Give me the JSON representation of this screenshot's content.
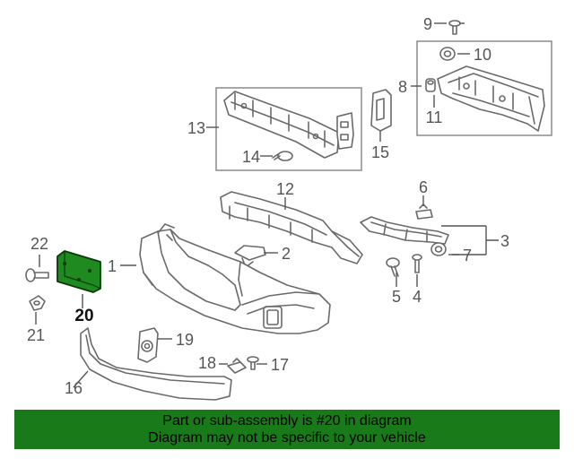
{
  "callouts": {
    "c1": "1",
    "c2": "2",
    "c3": "3",
    "c4": "4",
    "c5": "5",
    "c6": "6",
    "c7": "7",
    "c8": "8",
    "c9": "9",
    "c10": "10",
    "c11": "11",
    "c12": "12",
    "c13": "13",
    "c14": "14",
    "c15": "15",
    "c16": "16",
    "c17": "17",
    "c18": "18",
    "c19": "19",
    "c20": "20",
    "c21": "21",
    "c22": "22"
  },
  "highlight": {
    "part_number": "20",
    "color": "#1f8a1f"
  },
  "banner": {
    "line1": "Part or sub-assembly is #20 in diagram",
    "line2": "Diagram may not be specific to your vehicle",
    "background": "#187a18"
  }
}
